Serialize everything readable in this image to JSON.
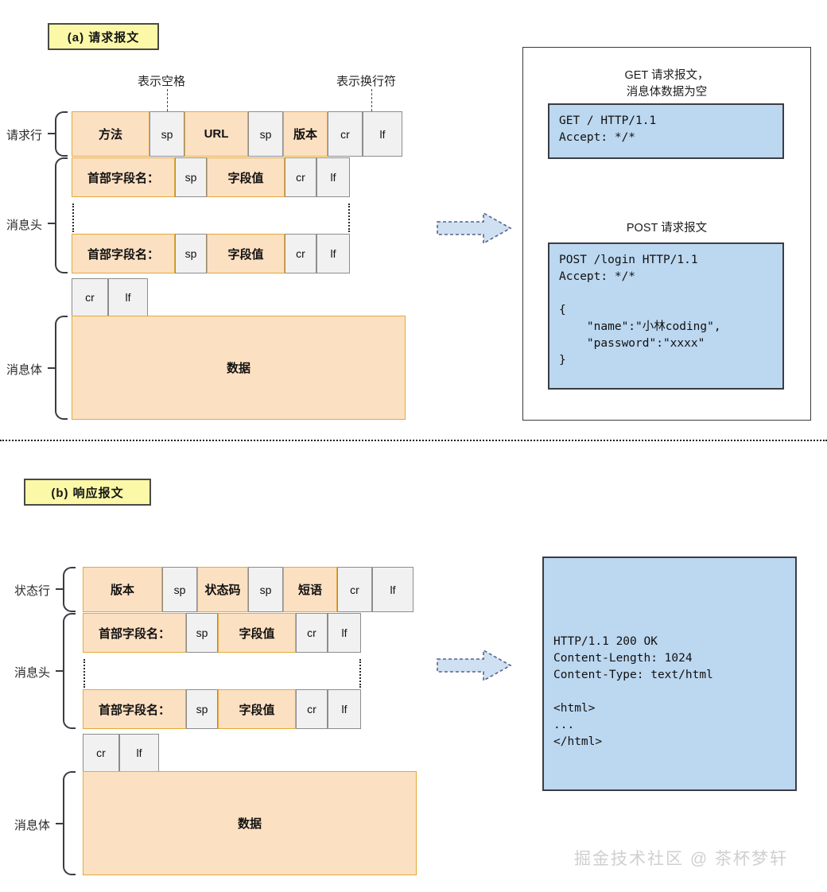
{
  "colors": {
    "field_fill": "#fce0c2",
    "field_border": "#e5a93a",
    "token_fill": "#f1f1f1",
    "token_border": "#8d8d8d",
    "chip_fill": "#fbf8a8",
    "example_fill": "#bcd7f0",
    "arrow_fill": "#cfe0f3"
  },
  "sections": {
    "request": {
      "chip_label": "(a) 请求报文",
      "callouts": [
        {
          "text": "表示空格"
        },
        {
          "text": "表示换行符"
        }
      ],
      "side_labels": [
        {
          "text": "请求行"
        },
        {
          "text": "消息头"
        },
        {
          "text": "消息体"
        }
      ],
      "start_line": [
        {
          "text": "方法",
          "kind": "field"
        },
        {
          "text": "sp",
          "kind": "token"
        },
        {
          "text": "URL",
          "kind": "field"
        },
        {
          "text": "sp",
          "kind": "token"
        },
        {
          "text": "版本",
          "kind": "field"
        },
        {
          "text": "cr",
          "kind": "token"
        },
        {
          "text": "lf",
          "kind": "token"
        }
      ],
      "header_line": [
        {
          "text": "首部字段名：",
          "kind": "field"
        },
        {
          "text": "sp",
          "kind": "token"
        },
        {
          "text": "字段值",
          "kind": "field"
        },
        {
          "text": "cr",
          "kind": "token"
        },
        {
          "text": "lf",
          "kind": "token"
        }
      ],
      "blank_line": [
        {
          "text": "cr",
          "kind": "token"
        },
        {
          "text": "lf",
          "kind": "token"
        }
      ],
      "body": {
        "text": "数据",
        "kind": "field"
      },
      "examples": {
        "get": {
          "caption": "GET 请求报文，\n消息体数据为空",
          "content": "GET / HTTP/1.1\nAccept: */*"
        },
        "post": {
          "caption": "POST 请求报文",
          "content": "POST /login HTTP/1.1\nAccept: */*\n\n{\n    \"name\":\"小林coding\",\n    \"password\":\"xxxx\"\n}"
        }
      }
    },
    "response": {
      "chip_label": "(b) 响应报文",
      "side_labels": [
        {
          "text": "状态行"
        },
        {
          "text": "消息头"
        },
        {
          "text": "消息体"
        }
      ],
      "status_line": [
        {
          "text": "版本",
          "kind": "field"
        },
        {
          "text": "sp",
          "kind": "token"
        },
        {
          "text": "状态码",
          "kind": "field"
        },
        {
          "text": "sp",
          "kind": "token"
        },
        {
          "text": "短语",
          "kind": "field"
        },
        {
          "text": "cr",
          "kind": "token"
        },
        {
          "text": "lf",
          "kind": "token"
        }
      ],
      "header_line": [
        {
          "text": "首部字段名：",
          "kind": "field"
        },
        {
          "text": "sp",
          "kind": "token"
        },
        {
          "text": "字段值",
          "kind": "field"
        },
        {
          "text": "cr",
          "kind": "token"
        },
        {
          "text": "lf",
          "kind": "token"
        }
      ],
      "blank_line": [
        {
          "text": "cr",
          "kind": "token"
        },
        {
          "text": "lf",
          "kind": "token"
        }
      ],
      "body": {
        "text": "数据",
        "kind": "field"
      },
      "example": {
        "content": "HTTP/1.1 200 OK\nContent-Length: 1024\nContent-Type: text/html\n\n<html>\n...\n</html>"
      }
    }
  },
  "watermark": {
    "text": "掘金技术社区 @ 茶杯梦轩"
  }
}
